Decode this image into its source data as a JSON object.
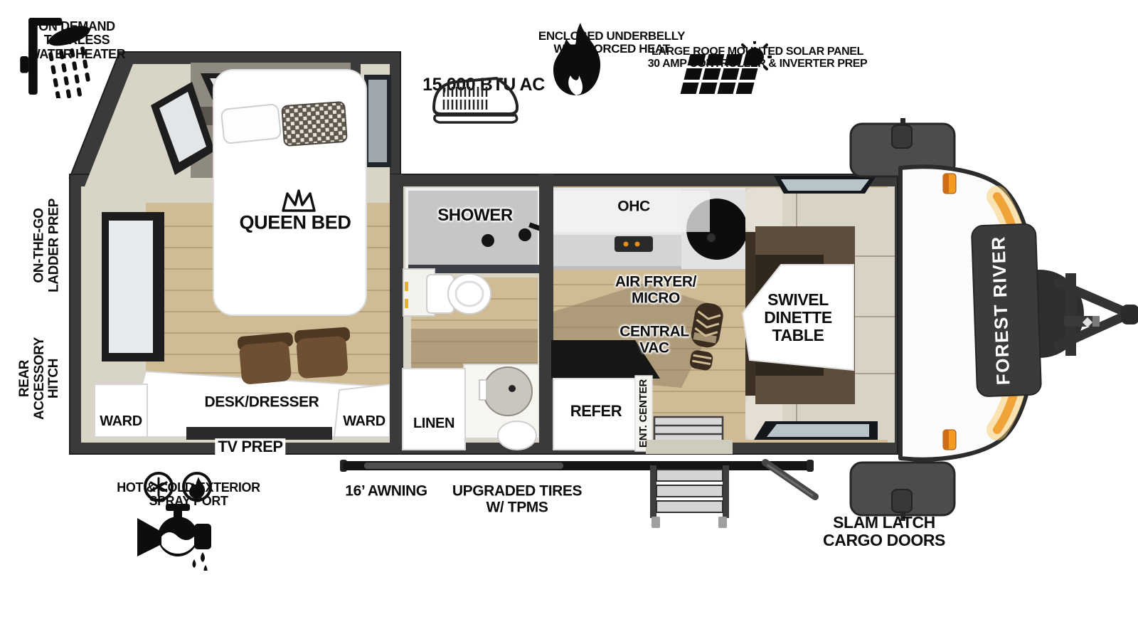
{
  "brand": {
    "logo_text": "FOREST RIVER"
  },
  "feature_icons": {
    "water_heater": {
      "icon": "shower-head-icon",
      "lines": [
        "ON DEMAND",
        "TANKLESS",
        "WATER HEATER"
      ]
    },
    "ac": {
      "icon": "rooftop-ac-icon",
      "label": "15,000 BTU AC"
    },
    "underbelly": {
      "icon": "flame-icon",
      "lines": [
        "ENCLOSED UNDERBELLY",
        "WITH FORCED HEAT"
      ]
    },
    "solar": {
      "icon": "solar-panel-icon",
      "lines": [
        "LARGE ROOF MOUNTED SOLAR PANEL",
        "30 AMP CONTROLLER & INVERTER PREP"
      ]
    },
    "spray_port": {
      "icon": "hot-cold-faucet-icon",
      "lines": [
        "HOT & COLD EXTERIOR",
        "SPRAY PORT"
      ]
    }
  },
  "exterior_labels": {
    "ladder_prep": {
      "lines": [
        "ON-THE-GO",
        "LADDER PREP"
      ]
    },
    "rear_hitch": {
      "lines": [
        "REAR",
        "ACCESSORY",
        "HITCH"
      ]
    },
    "awning": "16’ AWNING",
    "tires": {
      "lines": [
        "UPGRADED TIRES",
        "W/ TPMS"
      ]
    },
    "cargo_doors": {
      "lines": [
        "SLAM LATCH",
        "CARGO DOORS"
      ]
    }
  },
  "rooms": {
    "bedroom": {
      "bed": "QUEEN BED",
      "bed_icon": "crown-icon",
      "ward_left": "WARD",
      "ward_right": "WARD",
      "desk": "DESK/DRESSER",
      "tv": "TV PREP"
    },
    "bathroom": {
      "shower": "SHOWER",
      "linen": "LINEN"
    },
    "kitchen": {
      "ohc": "OHC",
      "air_fryer": {
        "lines": [
          "AIR FRYER/",
          "MICRO"
        ]
      },
      "central_vac": {
        "lines": [
          "CENTRAL",
          "VAC"
        ]
      },
      "central_vac_icon": "boot-print-icon",
      "refer": "REFER",
      "ent_center": "ENT. CENTER",
      "dinette": {
        "lines": [
          "SWIVEL",
          "DINETTE",
          "TABLE"
        ]
      }
    }
  },
  "colors": {
    "wall": "#3a3a3a",
    "interior": "#d8d4c6",
    "wood_floor": "#cfbb94",
    "plank_line": "#b7a17c",
    "dinette_floor": "#3b3023",
    "sofa_cushion": "#d9d3c6",
    "sofa_back": "#5d4d3c",
    "accent_orange": "#ef9f33",
    "accent_glow": "#f6c96a",
    "marker_light": "#f49a1f",
    "cargo_box": "#4c4c4c",
    "badge": "#3b3b3b"
  }
}
